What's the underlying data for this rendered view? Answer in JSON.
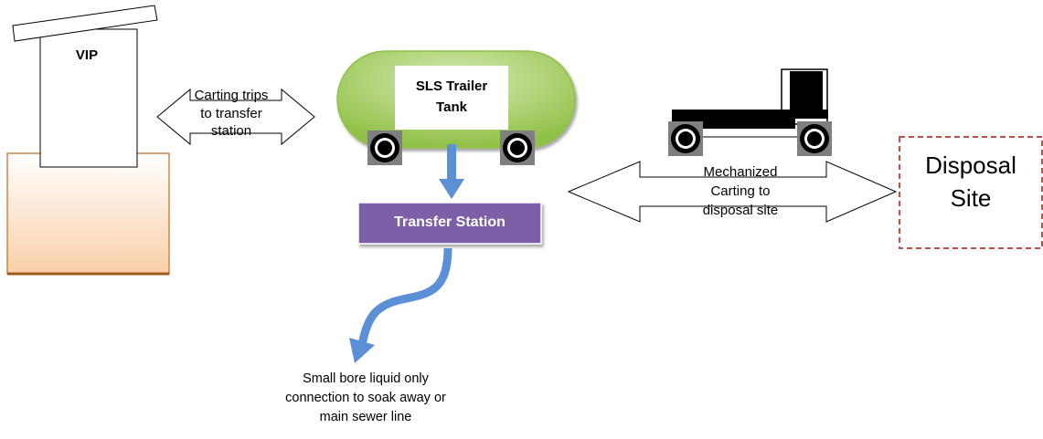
{
  "labels": {
    "vip": "VIP",
    "carting_trips": "Carting trips\nto transfer\nstation",
    "sls_tank": "SLS Trailer\nTank",
    "transfer_station": "Transfer Station",
    "mechanized": "Mechanized\nCarting to\ndisposal site",
    "disposal_site": "Disposal\nSite",
    "small_bore": "Small bore liquid only\nconnection to soak away or\nmain sewer line"
  },
  "colors": {
    "pit_fill_top": "#ffffff",
    "pit_fill_bottom": "#f9cfa8",
    "pit_border": "#c8874a",
    "tank_fill": "#8fc046",
    "tank_highlight": "#d7eab4",
    "wheel": "#7f7f7f",
    "station_fill": "#7b5ea7",
    "arrow_blue": "#5b8fd6",
    "disposal_border": "#c0504d",
    "truck": "#000000"
  }
}
